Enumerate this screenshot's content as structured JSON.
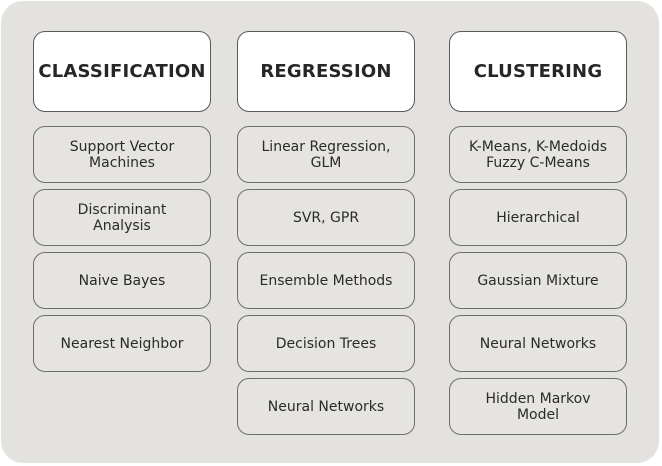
{
  "columns": [
    {
      "title": "CLASSIFICATION",
      "items": [
        "Support Vector\nMachines",
        "Discriminant\nAnalysis",
        "Naive Bayes",
        "Nearest Neighbor"
      ]
    },
    {
      "title": "REGRESSION",
      "items": [
        "Linear Regression,\nGLM",
        "SVR, GPR",
        "Ensemble Methods",
        "Decision Trees",
        "Neural Networks"
      ]
    },
    {
      "title": "CLUSTERING",
      "items": [
        "K-Means, K-Medoids\nFuzzy C-Means",
        "Hierarchical",
        "Gaussian Mixture",
        "Neural Networks",
        "Hidden Markov\nModel"
      ]
    }
  ],
  "colors": {
    "panel_background": "#e4e2df",
    "header_background": "#ffffff",
    "border": "#6e6e6e",
    "text": "#262626"
  }
}
